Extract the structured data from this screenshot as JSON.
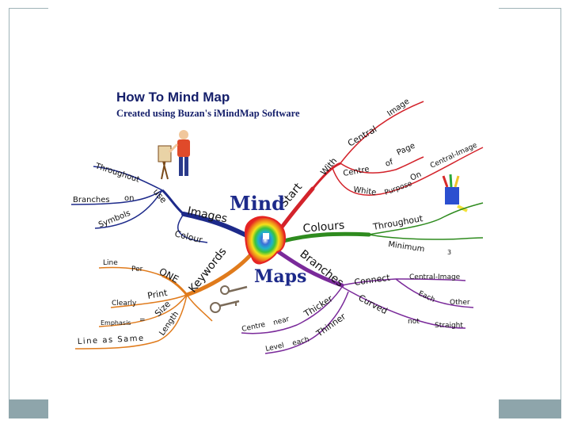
{
  "header": {
    "title": "How To Mind Map",
    "subtitle": "Created using Buzan's iMindMap Software"
  },
  "center": {
    "word1": "Mind",
    "word2": "Maps"
  },
  "branches": {
    "images": {
      "label": "Images",
      "color": "#1d2a8a",
      "use": "use",
      "throughout": "Throughout",
      "branches_word": "Branches",
      "on": "on",
      "symbols": "Symbols",
      "colour": "Colour"
    },
    "start": {
      "label": "Start",
      "color": "#d3232b",
      "with": "With",
      "central": "Central",
      "image": "Image",
      "centre": "Centre",
      "of": "of",
      "page": "Page",
      "white": "White",
      "purpose": "Purpose",
      "on": "On",
      "central_image": "Central-Image"
    },
    "colours": {
      "label": "Colours",
      "color": "#2e8b1e",
      "throughout": "Throughout",
      "minimum": "Minimum",
      "three": "3"
    },
    "branches": {
      "label": "Branches",
      "color": "#7a2a9a",
      "connect": "Connect",
      "central_image": "Central-Image",
      "each": "Each",
      "other": "Other",
      "curved": "Curved",
      "not": "not",
      "straight": "Straight",
      "thicker": "Thicker",
      "centre": "Centre",
      "near": "near",
      "thinner": "Thinner",
      "level": "Level",
      "each2": "each"
    },
    "keywords": {
      "label": "Keywords",
      "color": "#e07b1c",
      "one": "ONE",
      "line": "Line",
      "per": "Per",
      "print": "Print",
      "clearly": "Clearly",
      "size": "Size",
      "emphasis": "Emphasis",
      "equals": "=",
      "length": "Length",
      "line_as_same": "Line as Same"
    }
  }
}
